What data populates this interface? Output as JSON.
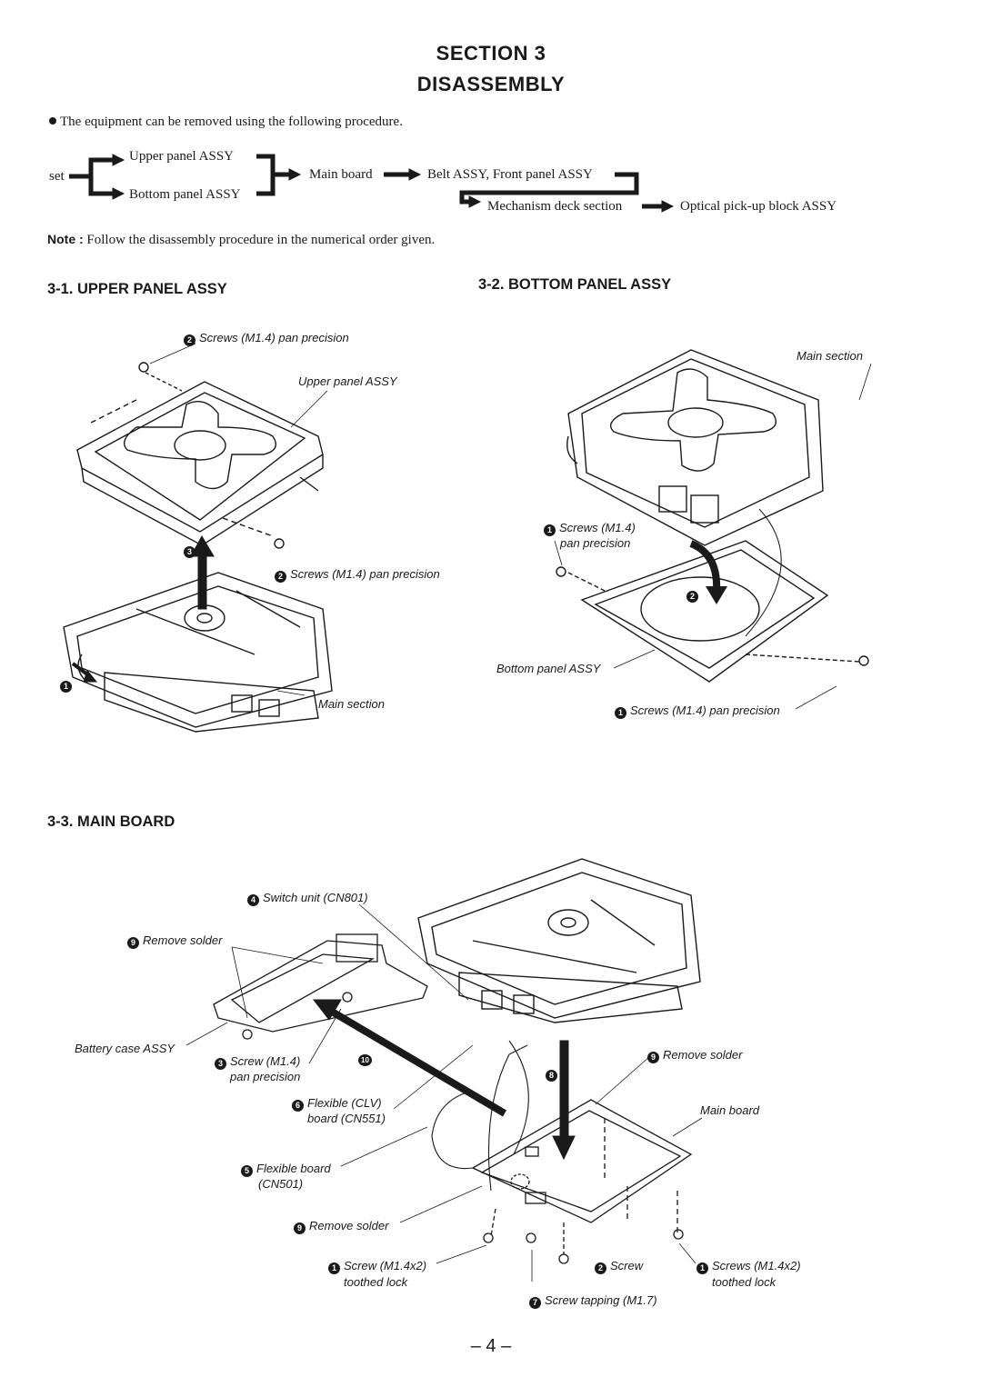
{
  "header": {
    "section": "SECTION 3",
    "title": "DISASSEMBLY"
  },
  "intro": "The equipment can be removed using the following procedure.",
  "flow": {
    "set": "set",
    "upper": "Upper panel ASSY",
    "bottom": "Bottom panel ASSY",
    "main_board": "Main board",
    "belt": "Belt ASSY, Front panel ASSY",
    "mech": "Mechanism deck section",
    "optical": "Optical pick-up block ASSY"
  },
  "note": {
    "key": "Note :",
    "text": "Follow the disassembly procedure in the numerical order given."
  },
  "sec1": {
    "heading": "3-1. UPPER PANEL ASSY",
    "screws_top": "Screws (M1.4) pan precision",
    "upper_panel": "Upper panel ASSY",
    "screws_mid": "Screws (M1.4) pan precision",
    "main_section": "Main section",
    "n1": "1",
    "n2": "2",
    "n3": "3"
  },
  "sec2": {
    "heading": "3-2. BOTTOM PANEL ASSY",
    "main_section": "Main section",
    "screws_a1": "Screws (M1.4)",
    "screws_a2": "pan precision",
    "bottom_panel": "Bottom panel ASSY",
    "screws_b": "Screws (M1.4) pan precision",
    "n1": "1",
    "n2": "2"
  },
  "sec3": {
    "heading": "3-3. MAIN BOARD",
    "switch_unit": "Switch unit (CN801)",
    "remove_solder": "Remove solder",
    "battery_case": "Battery case ASSY",
    "screw_m14_a": "Screw (M1.4)",
    "screw_m14_b": "pan precision",
    "flex_clv_a": "Flexible (CLV)",
    "flex_clv_b": "board (CN551)",
    "flex_board_a": "Flexible board",
    "flex_board_b": "(CN501)",
    "remove_solder2": "Remove solder",
    "screw_x2_a": "Screw (M1.4x2)",
    "screw_x2_b": "toothed lock",
    "screw": "Screw",
    "screws_x2_a": "Screws (M1.4x2)",
    "screws_x2_b": "toothed lock",
    "screw_tapping": "Screw tapping (M1.7)",
    "remove_solder3": "Remove solder",
    "main_board": "Main board",
    "n1": "1",
    "n2": "2",
    "n3": "3",
    "n4": "4",
    "n5": "5",
    "n6": "6",
    "n7": "7",
    "n8": "8",
    "n9": "9",
    "n10": "10"
  },
  "page_number": "– 4 –"
}
